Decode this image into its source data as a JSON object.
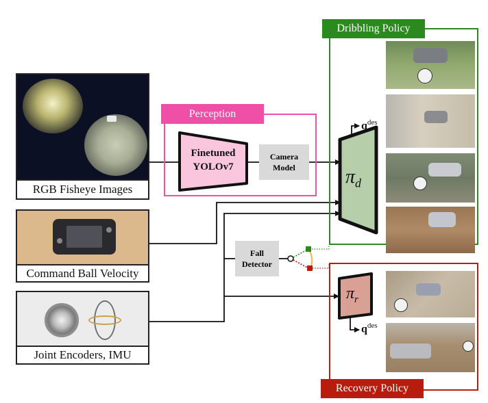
{
  "inputs": {
    "fisheye": {
      "caption": "RGB Fisheye Images"
    },
    "command": {
      "caption": "Command Ball Velocity"
    },
    "joints": {
      "caption": "Joint Encoders, IMU"
    }
  },
  "perception": {
    "tag": "Perception",
    "yolo_line1": "Finetuned",
    "yolo_line2": "YOLOv7",
    "camera_line1": "Camera",
    "camera_line2": "Model"
  },
  "fall_detector": {
    "line1": "Fall",
    "line2": "Detector"
  },
  "dribbling": {
    "tag": "Dribbling Policy",
    "pi_symbol": "π",
    "pi_sub": "d",
    "output_q": "q",
    "output_sup": "des"
  },
  "recovery": {
    "tag": "Recovery Policy",
    "pi_symbol": "π",
    "pi_sub": "r",
    "output_q": "q",
    "output_sup": "des"
  },
  "colors": {
    "perception": "#ef4fa6",
    "yolo_fill": "#f9c6de",
    "dribbling": "#2b8a1e",
    "pi_d_fill": "#b6cfaa",
    "recovery": "#b71c0c",
    "pi_r_fill": "#d9a096",
    "fisheye_bg": "#0c1024",
    "command_bg": "#dcb98c",
    "joints_bg": "#ececec"
  }
}
